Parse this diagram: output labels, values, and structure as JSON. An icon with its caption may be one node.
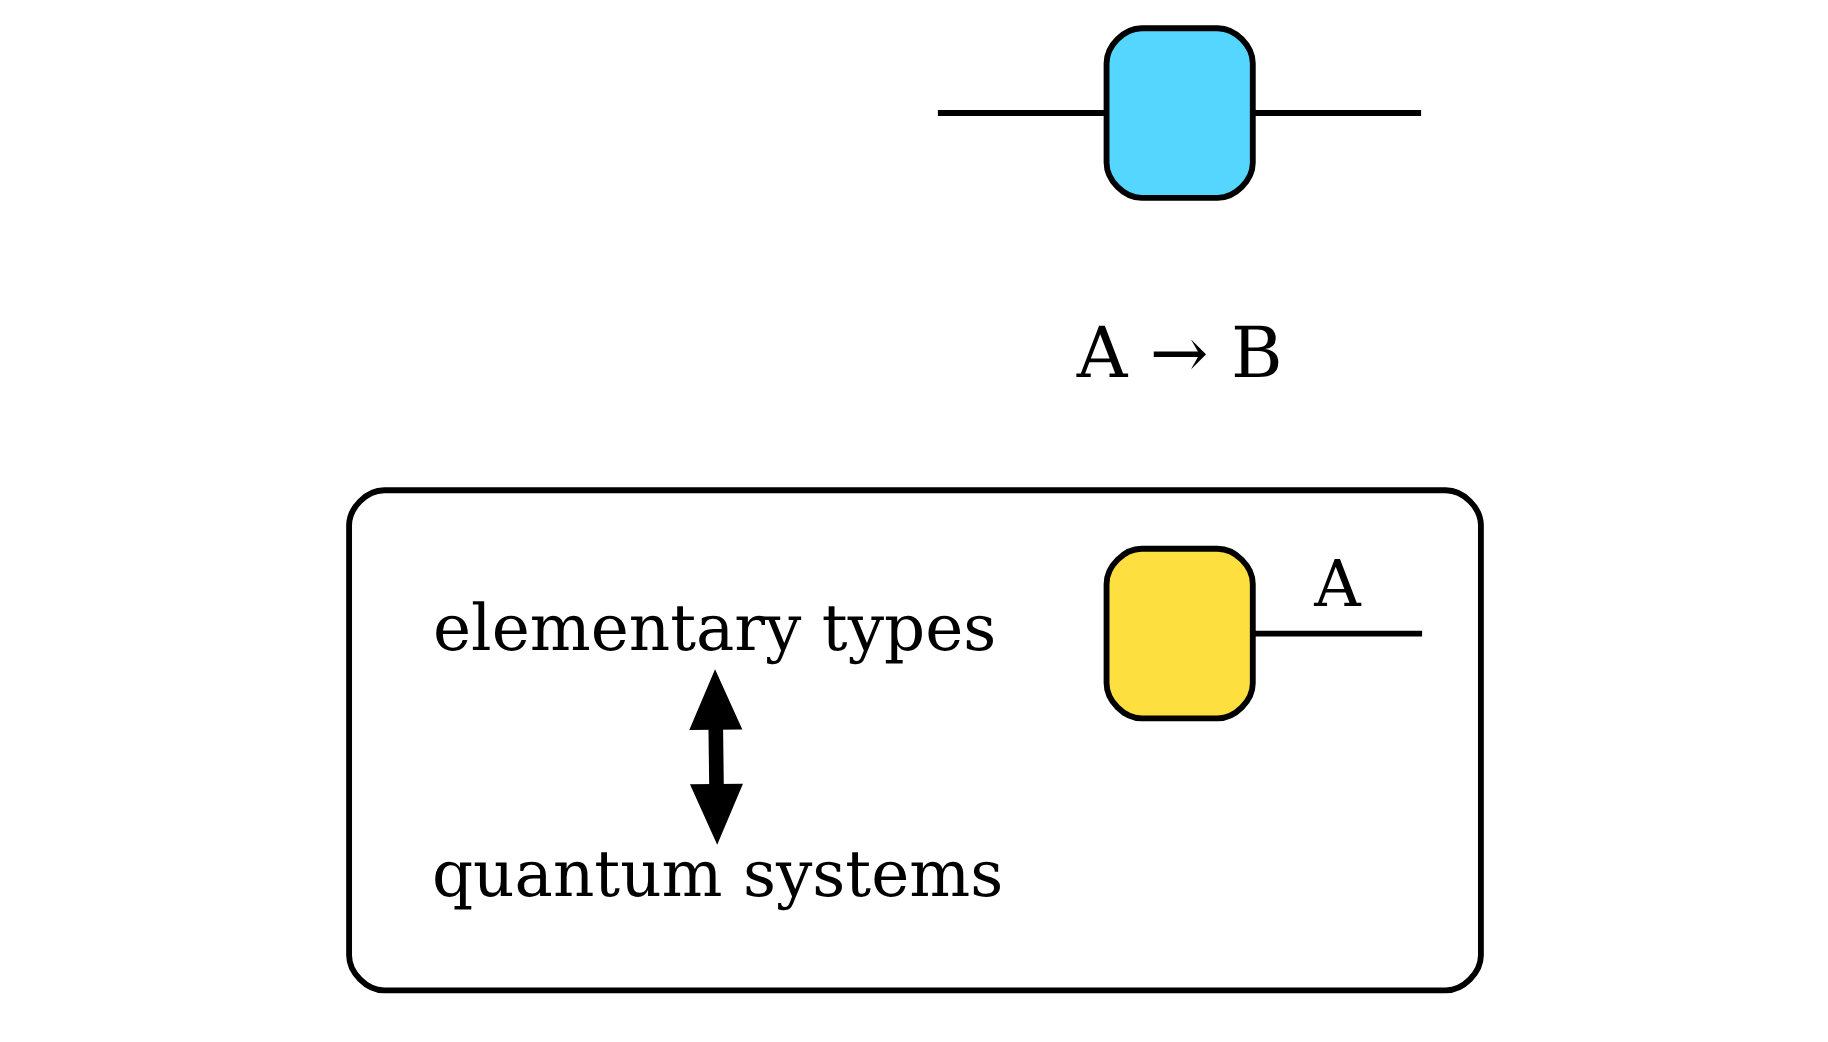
{
  "diagram": {
    "nodes": [
      {
        "text": [],
        "shape": "box",
        "beside": [
          "A → B"
        ]
      },
      {
        "text": [],
        "shape": "box"
      },
      {
        "text": [],
        "shape": "box",
        "in": 1
      },
      {
        "text": [
          "elementary types"
        ],
        "in": 1
      },
      {
        "text": [
          "quantum systems"
        ],
        "in": 1
      }
    ],
    "edges": [
      {
        "from": null,
        "to": 0,
        "arrow": "none"
      },
      {
        "from": 0,
        "to": null,
        "arrow": "none"
      },
      {
        "from": 2,
        "to": null,
        "arrow": "none",
        "label": "A"
      },
      {
        "from": 3,
        "to": 4,
        "arrow": "both",
        "style": "thick"
      }
    ]
  }
}
